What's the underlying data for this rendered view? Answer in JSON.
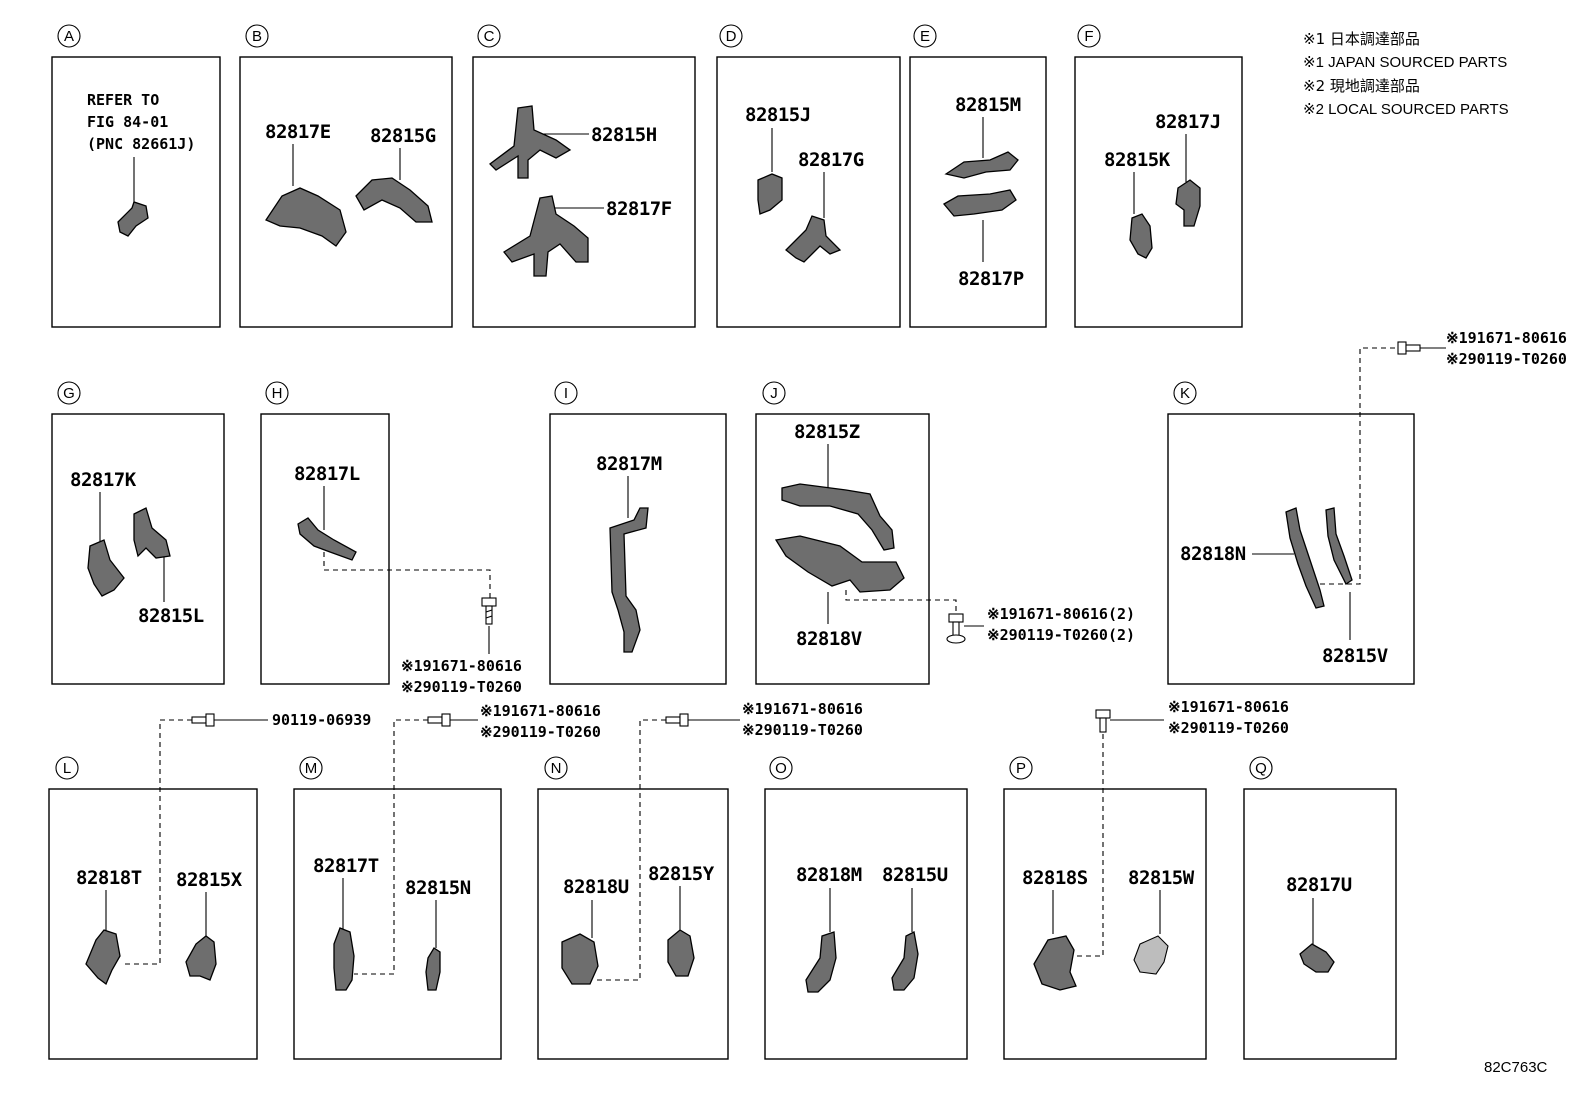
{
  "notes": {
    "n1": "※1 日本調達部品",
    "n2": "※1 JAPAN SOURCED PARTS",
    "n3": "※2 現地調達部品",
    "n4": "※2 LOCAL SOURCED PARTS"
  },
  "diagram_code": "82C763C",
  "boxes": {
    "A": {
      "letter": "A",
      "refer": [
        "REFER TO",
        "FIG 84-01",
        "(PNC 82661J)"
      ]
    },
    "B": {
      "letter": "B",
      "parts": [
        "82817E",
        "82815G"
      ]
    },
    "C": {
      "letter": "C",
      "parts": [
        "82815H",
        "82817F"
      ]
    },
    "D": {
      "letter": "D",
      "parts": [
        "82815J",
        "82817G"
      ]
    },
    "E": {
      "letter": "E",
      "parts": [
        "82815M",
        "82817P"
      ]
    },
    "F": {
      "letter": "F",
      "parts": [
        "82817J",
        "82815K"
      ]
    },
    "G": {
      "letter": "G",
      "parts": [
        "82817K",
        "82815L"
      ]
    },
    "H": {
      "letter": "H",
      "parts": [
        "82817L"
      ]
    },
    "I": {
      "letter": "I",
      "parts": [
        "82817M"
      ]
    },
    "J": {
      "letter": "J",
      "parts": [
        "82815Z",
        "82818V"
      ]
    },
    "K": {
      "letter": "K",
      "parts": [
        "82818N",
        "82815V"
      ]
    },
    "L": {
      "letter": "L",
      "parts": [
        "82818T",
        "82815X"
      ]
    },
    "M": {
      "letter": "M",
      "parts": [
        "82817T",
        "82815N"
      ]
    },
    "N": {
      "letter": "N",
      "parts": [
        "82818U",
        "82815Y"
      ]
    },
    "O": {
      "letter": "O",
      "parts": [
        "82818M",
        "82815U"
      ]
    },
    "P": {
      "letter": "P",
      "parts": [
        "82818S",
        "82815W"
      ]
    },
    "Q": {
      "letter": "Q",
      "parts": [
        "82817U"
      ]
    }
  },
  "fasteners": {
    "h": [
      "※191671-80616",
      "※290119-T0260"
    ],
    "j": [
      "※191671-80616(2)",
      "※290119-T0260(2)"
    ],
    "k": [
      "※191671-80616",
      "※290119-T0260"
    ],
    "l": [
      "90119-06939"
    ],
    "m": [
      "※191671-80616",
      "※290119-T0260"
    ],
    "n": [
      "※191671-80616",
      "※290119-T0260"
    ],
    "p": [
      "※191671-80616",
      "※290119-T0260"
    ]
  }
}
